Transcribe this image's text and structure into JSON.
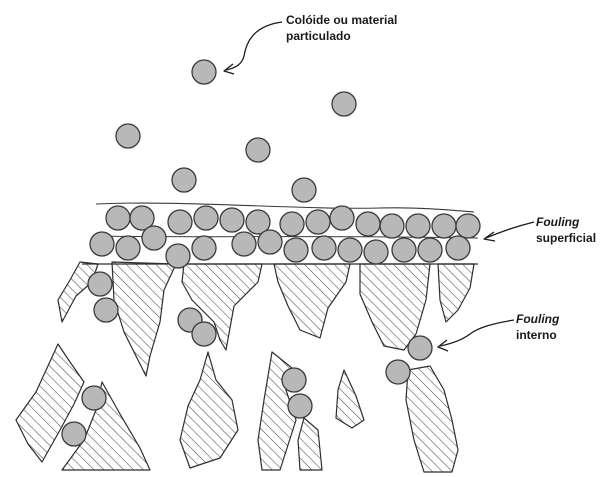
{
  "labels": {
    "colloid": {
      "line1": "Colóide ou material",
      "line2": "particulado"
    },
    "surface_fouling": {
      "line1": "Fouling",
      "line2": "superficial"
    },
    "internal_fouling": {
      "line1": "Fouling",
      "line2": "interno"
    }
  },
  "colors": {
    "particle_fill": "#b8b8b8",
    "particle_stroke": "#3a3a3a",
    "membrane_hatch": "#4a4a4a",
    "membrane_outline": "#2e2e2e",
    "text": "#1a1a1a"
  }
}
